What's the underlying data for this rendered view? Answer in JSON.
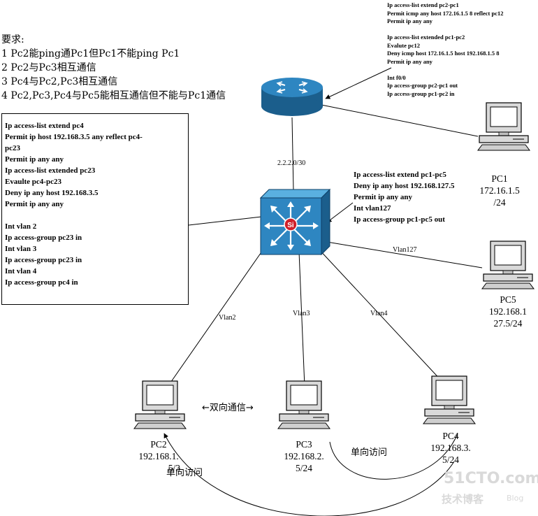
{
  "requirements": {
    "heading": "要求:",
    "items": [
      "1 Pc2能ping通Pc1但Pc1不能ping Pc1",
      "2 Pc2与Pc3相互通信",
      "3 Pc4与Pc2,Pc3相互通信",
      "4 Pc2,Pc3,Pc4与Pc5能相互通信但不能与Pc1通信"
    ]
  },
  "router_config": {
    "lines": [
      "Ip access-list extend pc2-pc1",
      "Permit icmp any host  172.16.1.5 8 reflect pc12",
      "Permit ip any any",
      "",
      "Ip access-list extended pc1-pc2",
      "Evalute pc12",
      "Deny icmp  host 172.16.1.5 host 192.168.1.5 8",
      "Permit ip any any",
      "",
      "Int f0/0",
      "Ip access-group pc2-pc1 out",
      "Ip access-group pc1-pc2 in"
    ]
  },
  "switch_config_left": {
    "lines": [
      "Ip access-list extend pc4",
      "Permit ip host 192.168.3.5 any reflect pc4-",
      "pc23",
      "Permit ip any any",
      "Ip access-list extended pc23",
      "Evaulte pc4-pc23",
      "Deny ip any host 192.168.3.5",
      "Permit ip any any",
      "",
      "Int vlan 2",
      "Ip access-group pc23 in",
      "Int vlan 3",
      "Ip access-group pc23 in",
      "Int vlan 4",
      "Ip access-group pc4 in"
    ]
  },
  "switch_config_right": {
    "lines": [
      "Ip access-list extend pc1-pc5",
      "Deny ip  any host 192.168.127.5",
      "Permit ip any any",
      "Int  vlan127",
      "Ip access-group pc1-pc5 out"
    ]
  },
  "links": {
    "router_switch": "2.2.2.0/30",
    "vlan2": "Vlan2",
    "vlan3": "Vlan3",
    "vlan4": "Vlan4",
    "vlan127": "Vlan127"
  },
  "switch": {
    "badge": "Si"
  },
  "pcs": {
    "pc1": {
      "lines": [
        "PC1",
        "172.16.1.5",
        "/24"
      ]
    },
    "pc5": {
      "lines": [
        "PC5",
        "192.168.1",
        "27.5/24"
      ]
    },
    "pc2": {
      "lines": [
        "PC2",
        "192.168.1.",
        "5/3"
      ]
    },
    "pc3": {
      "lines": [
        "PC3",
        "192.168.2.",
        "5/24"
      ]
    },
    "pc4": {
      "lines": [
        "PC4",
        "192.168.3.",
        "5/24"
      ]
    }
  },
  "annotations": {
    "bidirectional": "←双向通信→",
    "oneway_pc4": "单向访问",
    "oneway_pc2": "单向访问"
  },
  "watermark": {
    "main": "51CTO.com",
    "sub": "技术博客",
    "blog": "Blog"
  },
  "colors": {
    "device_blue": "#2e86c1",
    "device_blue_dark": "#1b5e8c",
    "monitor_body": "#d9d9d9",
    "screen": "#ffffff",
    "badge_red": "#d0202a"
  }
}
